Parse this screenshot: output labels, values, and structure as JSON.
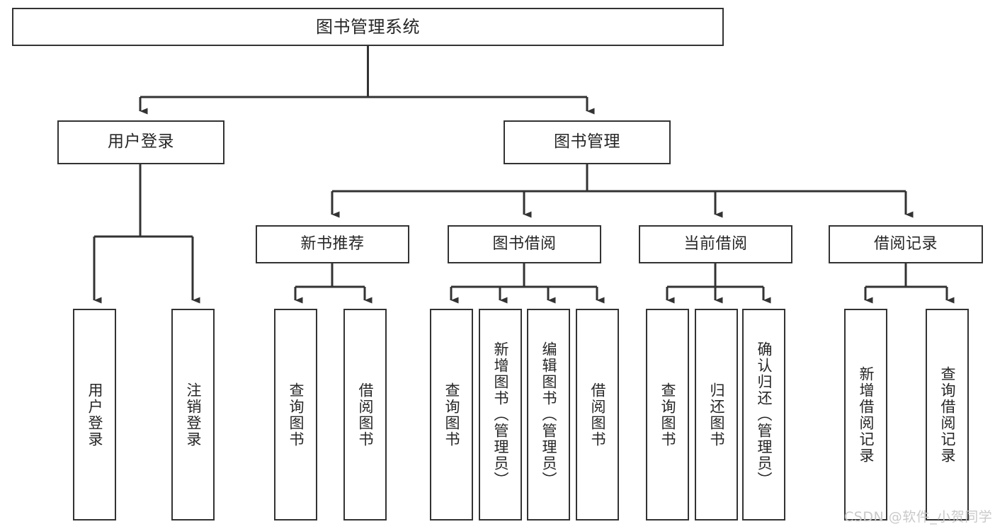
{
  "diagram": {
    "title": "图书管理系统",
    "type": "tree-hierarchy-chart",
    "colors": {
      "box_border": "#333333",
      "box_fill": "#ffffff",
      "connector": "#333333",
      "text": "#262626",
      "watermark": "#c9c9c9",
      "background": "#ffffff"
    },
    "root": {
      "label": "图书管理系统"
    },
    "level1": [
      {
        "label": "用户登录"
      },
      {
        "label": "图书管理"
      }
    ],
    "level2": [
      {
        "label": "新书推荐"
      },
      {
        "label": "图书借阅"
      },
      {
        "label": "当前借阅"
      },
      {
        "label": "借阅记录"
      }
    ],
    "leaves": {
      "user_login": [
        {
          "label": "用户登录"
        },
        {
          "label": "注销登录"
        }
      ],
      "new_book_recommend": [
        {
          "label": "查询图书"
        },
        {
          "label": "借阅图书"
        }
      ],
      "book_borrow": [
        {
          "label": "查询图书"
        },
        {
          "label": "新增图书（管理员）"
        },
        {
          "label": "编辑图书（管理员）"
        },
        {
          "label": "借阅图书"
        }
      ],
      "current_borrow": [
        {
          "label": "查询图书"
        },
        {
          "label": "归还图书"
        },
        {
          "label": "确认归还（管理员）"
        }
      ],
      "borrow_record": [
        {
          "label": "新增借阅记录"
        },
        {
          "label": "查询借阅记录"
        }
      ]
    }
  },
  "watermark": {
    "text": "CSDN @软件_小贺同学"
  }
}
